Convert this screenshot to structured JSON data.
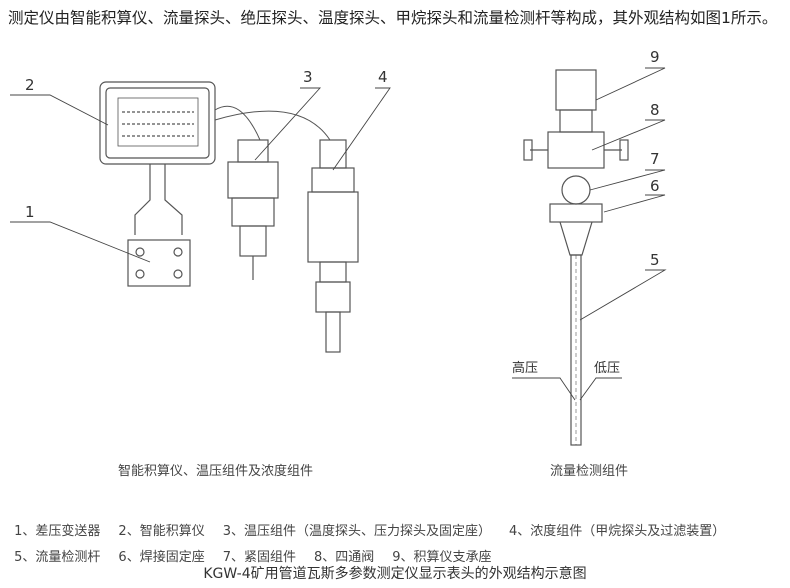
{
  "intro": "测定仪由智能积算仪、流量探头、绝压探头、温度探头、甲烷探头和流量检测杆等构成，其外观结构如图1所示。",
  "callouts": [
    "1",
    "2",
    "3",
    "4",
    "5",
    "6",
    "7",
    "8",
    "9"
  ],
  "labels": {
    "high": "高压",
    "low": "低压"
  },
  "captions": {
    "left": "智能积算仪、温压组件及浓度组件",
    "right": "流量检测组件"
  },
  "legend_row1": [
    "1、差压变送器",
    "2、智能积算仪",
    "3、温压组件（温度探头、压力探头及固定座）",
    "4、浓度组件（甲烷探头及过滤装置）"
  ],
  "legend_row2": [
    "5、流量检测杆",
    "6、焊接固定座",
    "7、紧固组件",
    "8、四通阀",
    "9、积算仪支承座"
  ],
  "title": "KGW-4矿用管道瓦斯多参数测定仪显示表头的外观结构示意图"
}
